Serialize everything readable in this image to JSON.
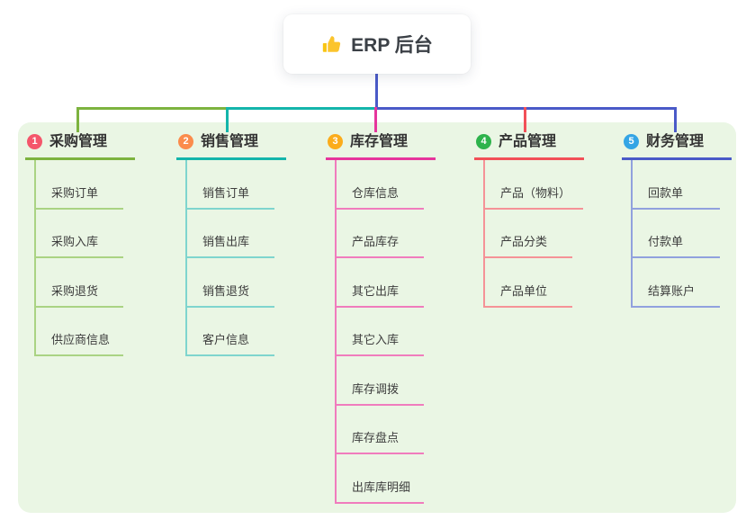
{
  "root": {
    "label": "ERP 后台",
    "icon": "thumbs-up"
  },
  "connector_colors": {
    "root_line": "#4a5ac8",
    "bus_left": "#7db33f",
    "bus_mid": "#14b5ab",
    "bus_right": "#4a5ac8"
  },
  "panel_color": "#eaf6e4",
  "branches": [
    {
      "index": "1",
      "label": "采购管理",
      "badge_color": "#f4566b",
      "line_color": "#7db33f",
      "child_line_color": "#aad383",
      "children": [
        "采购订单",
        "采购入库",
        "采购退货",
        "供应商信息"
      ]
    },
    {
      "index": "2",
      "label": "销售管理",
      "badge_color": "#fb8c4c",
      "line_color": "#14b5ab",
      "child_line_color": "#7fd5ce",
      "children": [
        "销售订单",
        "销售出库",
        "销售退货",
        "客户信息"
      ]
    },
    {
      "index": "3",
      "label": "库存管理",
      "badge_color": "#fbac1b",
      "line_color": "#e6359c",
      "child_line_color": "#f07cbd",
      "children": [
        "仓库信息",
        "产品库存",
        "其它出库",
        "其它入库",
        "库存调拨",
        "库存盘点",
        "出库库明细"
      ]
    },
    {
      "index": "4",
      "label": "产品管理",
      "badge_color": "#2eb34c",
      "line_color": "#f25058",
      "child_line_color": "#f59297",
      "children": [
        "产品（物料）",
        "产品分类",
        "产品单位"
      ]
    },
    {
      "index": "5",
      "label": "财务管理",
      "badge_color": "#34a5e5",
      "line_color": "#4a5ac8",
      "child_line_color": "#91a1de",
      "children": [
        "回款单",
        "付款单",
        "结算账户"
      ]
    }
  ]
}
